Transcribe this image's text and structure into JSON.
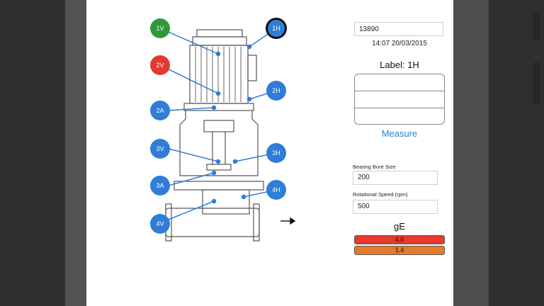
{
  "colors": {
    "point_blue": "#2f7dd6",
    "point_green": "#2e9a3c",
    "point_red": "#e23a2e",
    "selected_ring": "#111111",
    "link_blue": "#2b7fd1",
    "alarm_red": "#e53a2c",
    "alert_orange": "#e57a2c"
  },
  "diagram": {
    "points": [
      {
        "id": "1V",
        "state": "green"
      },
      {
        "id": "1H",
        "state": "selected"
      },
      {
        "id": "2V",
        "state": "red"
      },
      {
        "id": "2H",
        "state": "normal"
      },
      {
        "id": "2A",
        "state": "normal"
      },
      {
        "id": "3V",
        "state": "normal"
      },
      {
        "id": "3H",
        "state": "normal"
      },
      {
        "id": "3A",
        "state": "normal"
      },
      {
        "id": "4H",
        "state": "normal"
      },
      {
        "id": "4V",
        "state": "normal"
      }
    ]
  },
  "panel": {
    "asset_id": "13890",
    "timestamp": "14:07 20/03/2015",
    "label_title": "Label: 1H",
    "readings": [
      "",
      "",
      ""
    ],
    "measure_label": "Measure",
    "bearing_label": "Bearing Bore Size",
    "bearing_value": "200",
    "speed_label": "Rotational Speed (rpm)",
    "speed_value": "500",
    "ge_title": "gE",
    "ge_values": [
      "4.0",
      "1.4"
    ]
  }
}
